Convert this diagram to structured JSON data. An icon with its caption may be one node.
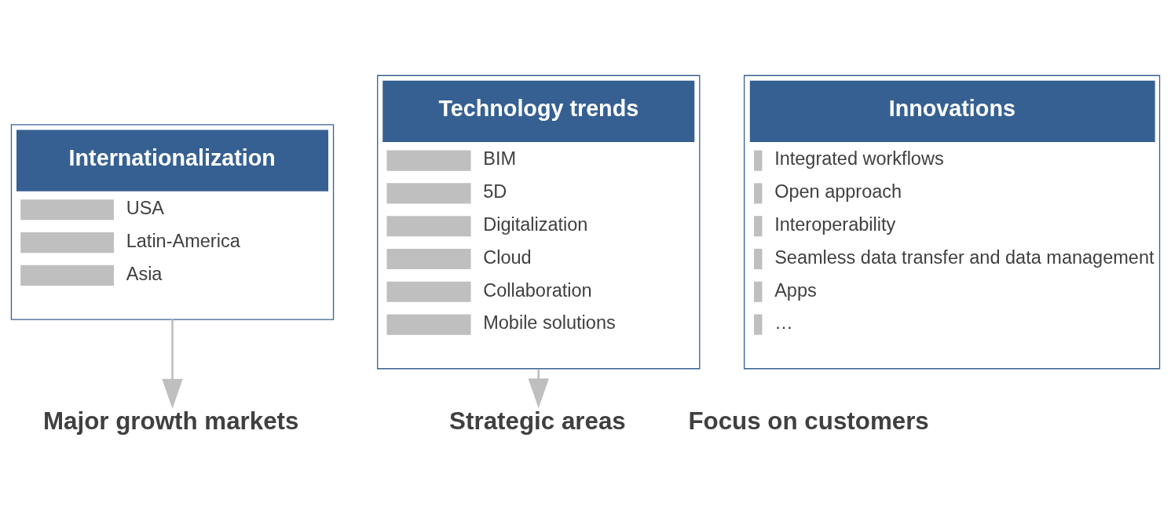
{
  "diagram": {
    "nodes": [
      {
        "text": [
          "Internationalization",
          "USA",
          "Latin-America",
          "Asia"
        ]
      },
      {
        "text": [
          "Technology trends",
          "BIM",
          "5D",
          "Digitalization",
          "Cloud",
          "Collaboration",
          "Mobile solutions"
        ]
      },
      {
        "text": [
          "Innovations",
          "Integrated workflows",
          "Open approach",
          "Interoperability",
          "Seamless data transfer and data management",
          "Apps",
          "…"
        ]
      },
      {
        "text": [
          "Major growth markets"
        ]
      },
      {
        "text": [
          "Strategic areas"
        ]
      }
    ],
    "edges": [
      {
        "from": 0,
        "to": 3,
        "arrow": "to"
      },
      {
        "from": 1,
        "to": 4,
        "arrow": "to"
      }
    ],
    "labels": [
      "Focus on customers"
    ]
  }
}
